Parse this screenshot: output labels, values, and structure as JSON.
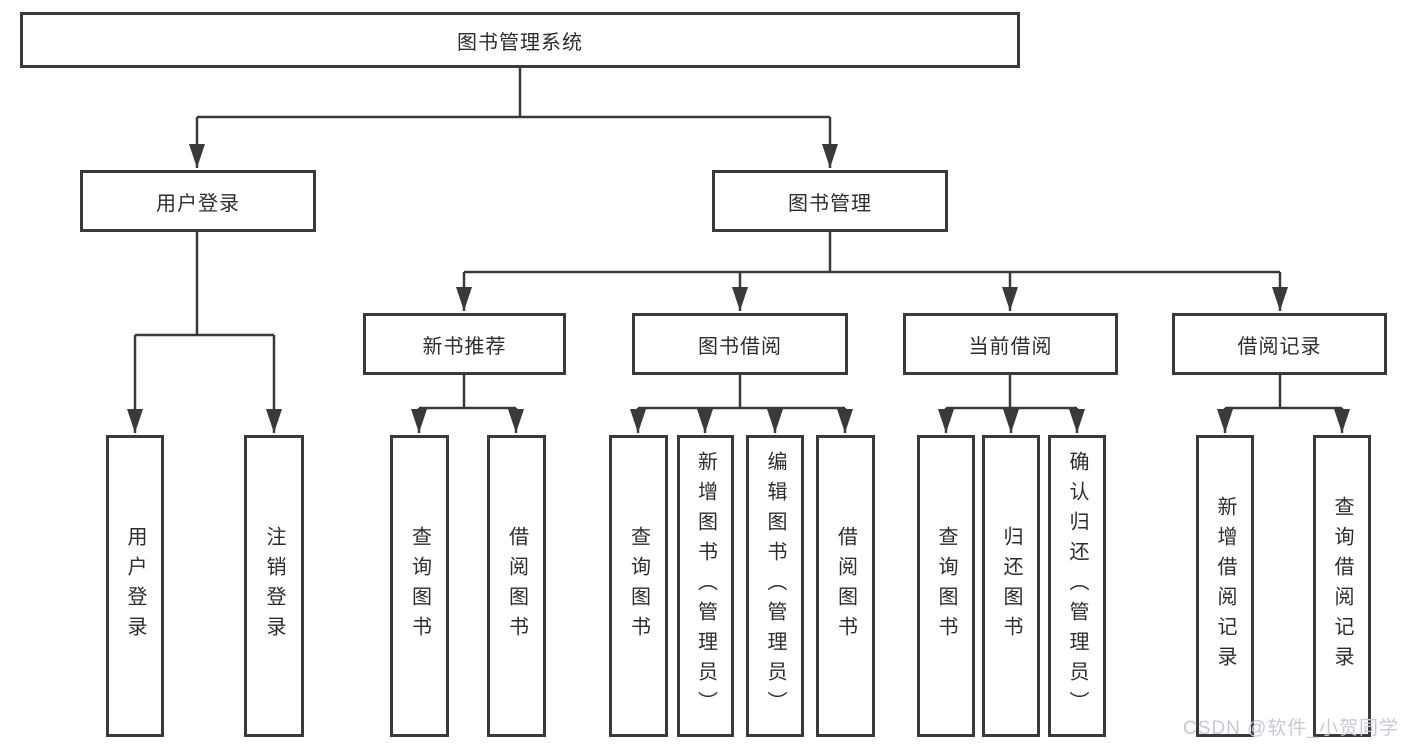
{
  "diagram": {
    "tree": {
      "label": "图书管理系统",
      "children": [
        {
          "label": "用户登录",
          "children": [
            {
              "label": "用户登录"
            },
            {
              "label": "注销登录"
            }
          ]
        },
        {
          "label": "图书管理",
          "children": [
            {
              "label": "新书推荐",
              "children": [
                {
                  "label": "查询图书"
                },
                {
                  "label": "借阅图书"
                }
              ]
            },
            {
              "label": "图书借阅",
              "children": [
                {
                  "label": "查询图书"
                },
                {
                  "label": "新增图书（管理员）"
                },
                {
                  "label": "编辑图书（管理员）"
                },
                {
                  "label": "借阅图书"
                }
              ]
            },
            {
              "label": "当前借阅",
              "children": [
                {
                  "label": "查询图书"
                },
                {
                  "label": "归还图书"
                },
                {
                  "label": "确认归还（管理员）"
                }
              ]
            },
            {
              "label": "借阅记录",
              "children": [
                {
                  "label": "新增借阅记录"
                },
                {
                  "label": "查询借阅记录"
                }
              ]
            }
          ]
        }
      ]
    },
    "colors": {
      "box_border": "#3a3a3a",
      "connector": "#3a3a3a",
      "text": "#2d2d2d",
      "background": "#ffffff",
      "watermark": "#c6cad4"
    }
  },
  "watermark": {
    "text": "CSDN @软件_小贺同学"
  }
}
